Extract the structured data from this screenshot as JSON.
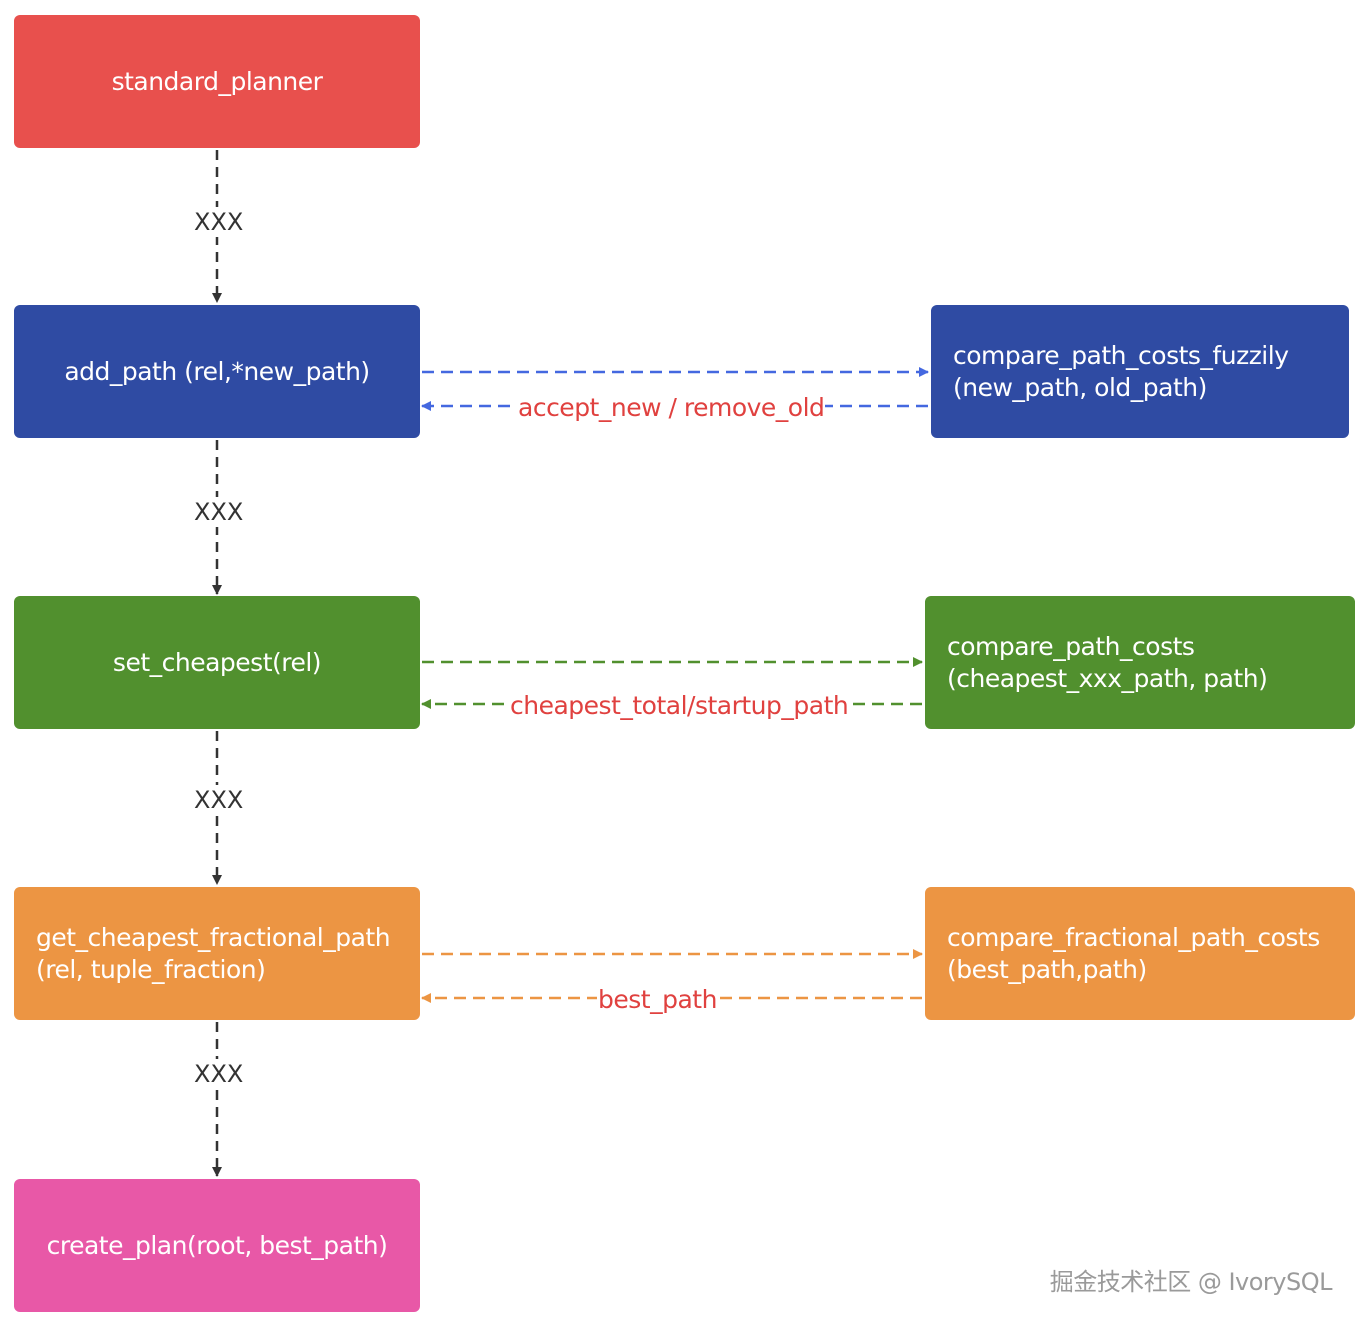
{
  "nodes": {
    "standard_planner": {
      "label": "standard_planner",
      "color": "#e8504d"
    },
    "add_path": {
      "label": "add_path (rel,*new_path)",
      "color": "#2f4ba3"
    },
    "set_cheapest": {
      "label": "set_cheapest(rel)",
      "color": "#51902e"
    },
    "get_cheapest": {
      "line1": "get_cheapest_fractional_path",
      "line2": "(rel, tuple_fraction)",
      "color": "#ec9543"
    },
    "create_plan": {
      "label": "create_plan(root, best_path)",
      "color": "#e858a7"
    },
    "compare_fuzzily": {
      "line1": "compare_path_costs_fuzzily",
      "line2": "(new_path, old_path)",
      "color": "#2f4ba3"
    },
    "compare_costs": {
      "line1": "compare_path_costs",
      "line2": "(cheapest_xxx_path, path)",
      "color": "#51902e"
    },
    "compare_fractional": {
      "line1": "compare_fractional_path_costs",
      "line2": "(best_path,path)",
      "color": "#ec9543"
    }
  },
  "edges": {
    "e1_label": "XXX",
    "e2_label": "XXX",
    "e3_label": "XXX",
    "e4_label": "XXX",
    "return_blue": "accept_new / remove_old",
    "return_green": "cheapest_total/startup_path",
    "return_orange": "best_path",
    "return_label_color": "#e0413f",
    "edge_colors": {
      "vertical": "#333333",
      "blue": "#4468e0",
      "green": "#51902e",
      "orange": "#ec9543"
    }
  },
  "watermark": "掘金技术社区 @ IvorySQL"
}
